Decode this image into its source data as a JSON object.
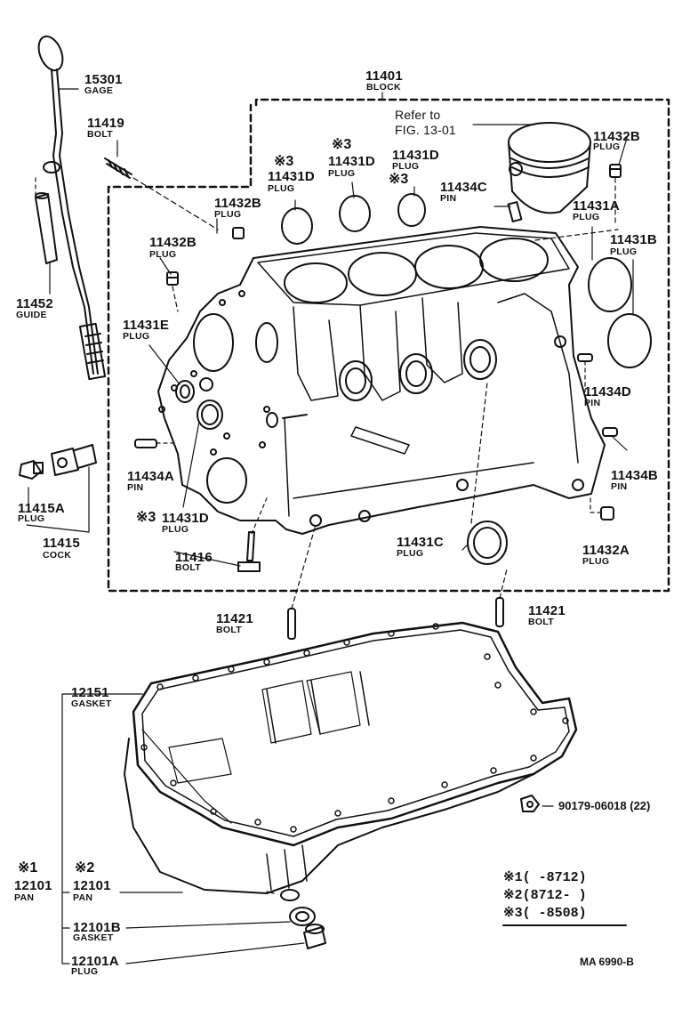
{
  "labels": {
    "block_num": "11401",
    "block_name": "BLOCK",
    "refer_line1": "Refer to",
    "refer_line2": "FIG. 13-01",
    "gage_num": "15301",
    "gage_name": "GAGE",
    "bolt_11419_num": "11419",
    "bolt_11419_name": "BOLT",
    "guide_num": "11452",
    "guide_name": "GUIDE",
    "plug_11432b_a_num": "11432B",
    "plug_11432b_a_name": "PLUG",
    "plug_11432b_b_num": "11432B",
    "plug_11432b_b_name": "PLUG",
    "plug_11432b_c_num": "11432B",
    "plug_11432b_c_name": "PLUG",
    "plug_11431d_a_mark": "※3",
    "plug_11431d_a_num": "11431D",
    "plug_11431d_a_name": "PLUG",
    "plug_11431d_b_mark": "※3",
    "plug_11431d_b_num": "11431D",
    "plug_11431d_b_name": "PLUG",
    "plug_11431d_c_mark": "※3",
    "plug_11431d_c_num": "11431D",
    "plug_11431d_c_name": "PLUG",
    "plug_11431d_d_mark": "※3",
    "plug_11431d_d_num": "11431D",
    "plug_11431d_d_name": "PLUG",
    "pin_11434c_num": "11434C",
    "pin_11434c_name": "PIN",
    "plug_11431a_num": "11431A",
    "plug_11431a_name": "PLUG",
    "plug_11431b_num": "11431B",
    "plug_11431b_name": "PLUG",
    "plug_11431e_num": "11431E",
    "plug_11431e_name": "PLUG",
    "pin_11434d_num": "11434D",
    "pin_11434d_name": "PIN",
    "pin_11434a_num": "11434A",
    "pin_11434a_name": "PIN",
    "pin_11434b_num": "11434B",
    "pin_11434b_name": "PIN",
    "plug_11415a_num": "11415A",
    "plug_11415a_name": "PLUG",
    "cock_num": "11415",
    "cock_name": "COCK",
    "bolt_11416_num": "11416",
    "bolt_11416_name": "BOLT",
    "plug_11431c_num": "11431C",
    "plug_11431c_name": "PLUG",
    "plug_11432a_num": "11432A",
    "plug_11432a_name": "PLUG",
    "bolt_11421_a_num": "11421",
    "bolt_11421_a_name": "BOLT",
    "bolt_11421_b_num": "11421",
    "bolt_11421_b_name": "BOLT",
    "gasket_12151_num": "12151",
    "gasket_12151_name": "GASKET",
    "nut_code": "90179-06018 (22)",
    "pan_1_mark": "※1",
    "pan_1_num": "12101",
    "pan_1_name": "PAN",
    "pan_2_mark": "※2",
    "pan_2_num": "12101",
    "pan_2_name": "PAN",
    "gasket_12101b_num": "12101B",
    "gasket_12101b_name": "GASKET",
    "plug_12101a_num": "12101A",
    "plug_12101a_name": "PLUG"
  },
  "legend": {
    "row1": "※1(    -8712)",
    "row2": "※2(8712-     )",
    "row3": "※3(    -8508)"
  },
  "figure_code": "MA  6990-B"
}
